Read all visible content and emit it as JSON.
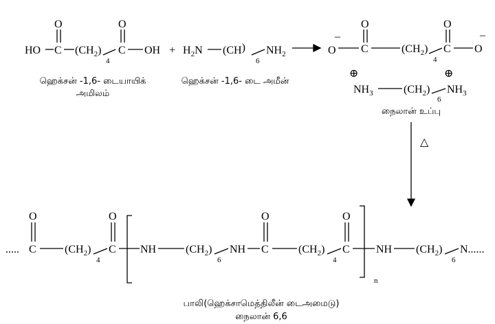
{
  "reactants": {
    "acid": {
      "left": "HO",
      "c": "C",
      "o": "O",
      "ch2": "(CH",
      "two": "2",
      "close": ")",
      "n": "4",
      "right": "OH",
      "label_line1": "ஹெக்சன் -1,6- டையாயிக்",
      "label_line2": "அமிலம்"
    },
    "plus": "+",
    "amine": {
      "left": "H",
      "two": "2",
      "n_atom": "N",
      "ch2": "(CH",
      "close": ")",
      "n": "6",
      "right": "NH",
      "label": "ஹெக்சன் -1,6- டை அமீன்"
    }
  },
  "salt": {
    "o_minus": "O",
    "minus": "–",
    "c": "C",
    "o": "O",
    "ch2": "(CH",
    "two": "2",
    "close": ")",
    "n4": "4",
    "nh3": "NH",
    "three": "3",
    "plus_sign": "⊕",
    "n6": "6",
    "label": "நைலான் உப்பு"
  },
  "heat_symbol": "△",
  "polymer": {
    "dots_left": ".....",
    "c": "C",
    "o": "O",
    "ch2": "(CH",
    "two": "2",
    "close": ")",
    "n4": "4",
    "n6": "6",
    "nh": "NH",
    "repeat": "n",
    "end": "N......",
    "label_line1": "பாலி(ஹெக்சாமெத்திலீன் டைஅமைடு)",
    "label_line2": "நைலான் 6,6"
  }
}
